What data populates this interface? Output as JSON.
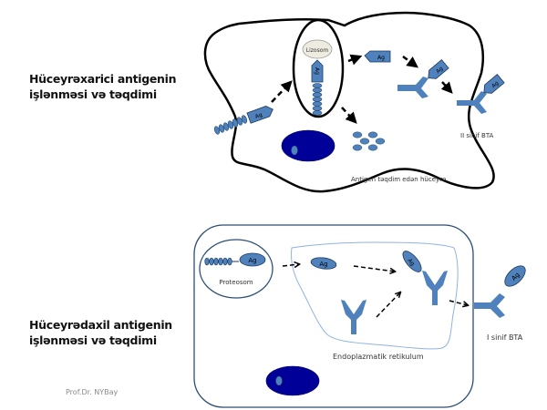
{
  "headings": {
    "extracellular": {
      "line1": "Hüceyrəxarici antigenin",
      "line2": "işlənməsi və təqdimi"
    },
    "intracellular": {
      "line1": "Hüceyrədaxil antigenin",
      "line2": "işlənməsi və təqdimi"
    }
  },
  "author": "Prof.Dr. NYBay",
  "top_diagram": {
    "cell_label": "Antigen təqdim edən hüceyrə",
    "lysosome_label": "Lizosom",
    "antigen_label": "Ag",
    "mhc_label": "II sinif BTA"
  },
  "bottom_diagram": {
    "proteasome_label": "Proteosom",
    "er_label": "Endoplazmatik retikulum",
    "antigen_label": "Ag",
    "mhc_label": "I sinif BTA"
  },
  "colors": {
    "antigen_blue": "#4f81bd",
    "mhc_blue": "#4f81bd",
    "nucleus": "#000099",
    "lysosome": "#eeece1",
    "cell_outline": "#000000",
    "bottom_cell_outline": "#2c4d75",
    "er_outline": "#8db3e2"
  }
}
